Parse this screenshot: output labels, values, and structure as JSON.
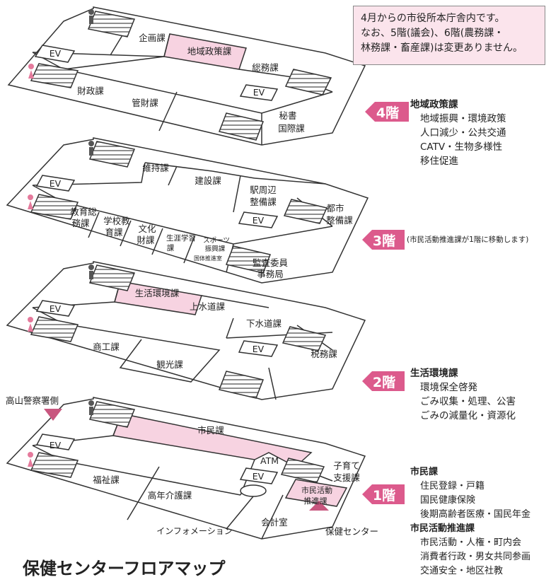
{
  "notice": {
    "line1": "4月からの市役所本庁舎内です。",
    "line2": "なお、5階(議会)、6階(農務課・",
    "line3": "林務課・畜産課)は変更ありません。"
  },
  "title": "保健センターフロアマップ",
  "floors": {
    "f4": {
      "badge": "4階",
      "rooms": {
        "kikaku": "企画課",
        "chiiki": "地域政策課",
        "somu": "総務課",
        "zaisei": "財政課",
        "kanzai": "管財課",
        "hisho1": "秘書",
        "hisho2": "国際課",
        "ev1": "EV",
        "ev2": "EV"
      }
    },
    "f3": {
      "badge": "3階",
      "note": "(市民活動推進課が1階に移動します)",
      "rooms": {
        "iji": "維持課",
        "kensetsu": "建設課",
        "eki1": "駅周辺",
        "eki2": "整備課",
        "toshi1": "都市",
        "toshi2": "整備課",
        "kyoiku1": "教育総",
        "kyoiku2": "務課",
        "gakko1": "学校教",
        "gakko2": "育課",
        "bunka1": "文化",
        "bunka2": "財課",
        "shogai1": "生涯学習",
        "shogai2": "課",
        "sports1": "スポーツ",
        "sports2": "振興課",
        "sports3": "国体推進室",
        "kansa1": "監査委員",
        "kansa2": "事務局",
        "ev1": "EV",
        "ev2": "EV"
      }
    },
    "f2": {
      "badge": "2階",
      "rooms": {
        "seikatsu": "生活環境課",
        "josui": "上水道課",
        "gesui": "下水道課",
        "shoko": "商工課",
        "kanko": "観光課",
        "zeimu": "税務課",
        "ev1": "EV",
        "ev2": "EV"
      }
    },
    "f1": {
      "badge": "1階",
      "rooms": {
        "shimin": "市民課",
        "atm": "ATM",
        "kosodate1": "子育て",
        "kosodate2": "支援課",
        "fukushi": "福祉課",
        "konen": "高年介護課",
        "suishin1": "市民活動",
        "suishin2": "推進課",
        "kaikei": "会計室",
        "info": "インフォメーション",
        "ev1": "EV",
        "ev2": "EV"
      }
    }
  },
  "directions": {
    "police": "高山警察署側",
    "health": "保健センター"
  },
  "departments": {
    "f4": {
      "name": "地域政策課",
      "items": [
        "地域振興・環境政策",
        "人口減少・公共交通",
        "CATV・生物多様性",
        "移住促進"
      ]
    },
    "f2": {
      "name": "生活環境課",
      "items": [
        "環境保全啓発",
        "ごみ収集・処理、公害",
        "ごみの減量化・資源化"
      ]
    },
    "f1a": {
      "name": "市民課",
      "items": [
        "住民登録・戸籍",
        "国民健康保険",
        "後期高齢者医療・国民年金"
      ]
    },
    "f1b": {
      "name": "市民活動推進課",
      "items": [
        "市民活動・人権・町内会",
        "消費者行政・男女共同参画",
        "交通安全・地区社教"
      ]
    }
  },
  "colors": {
    "pink": "#f7d3e1",
    "badge": "#dc5a8c",
    "line": "#333333"
  }
}
